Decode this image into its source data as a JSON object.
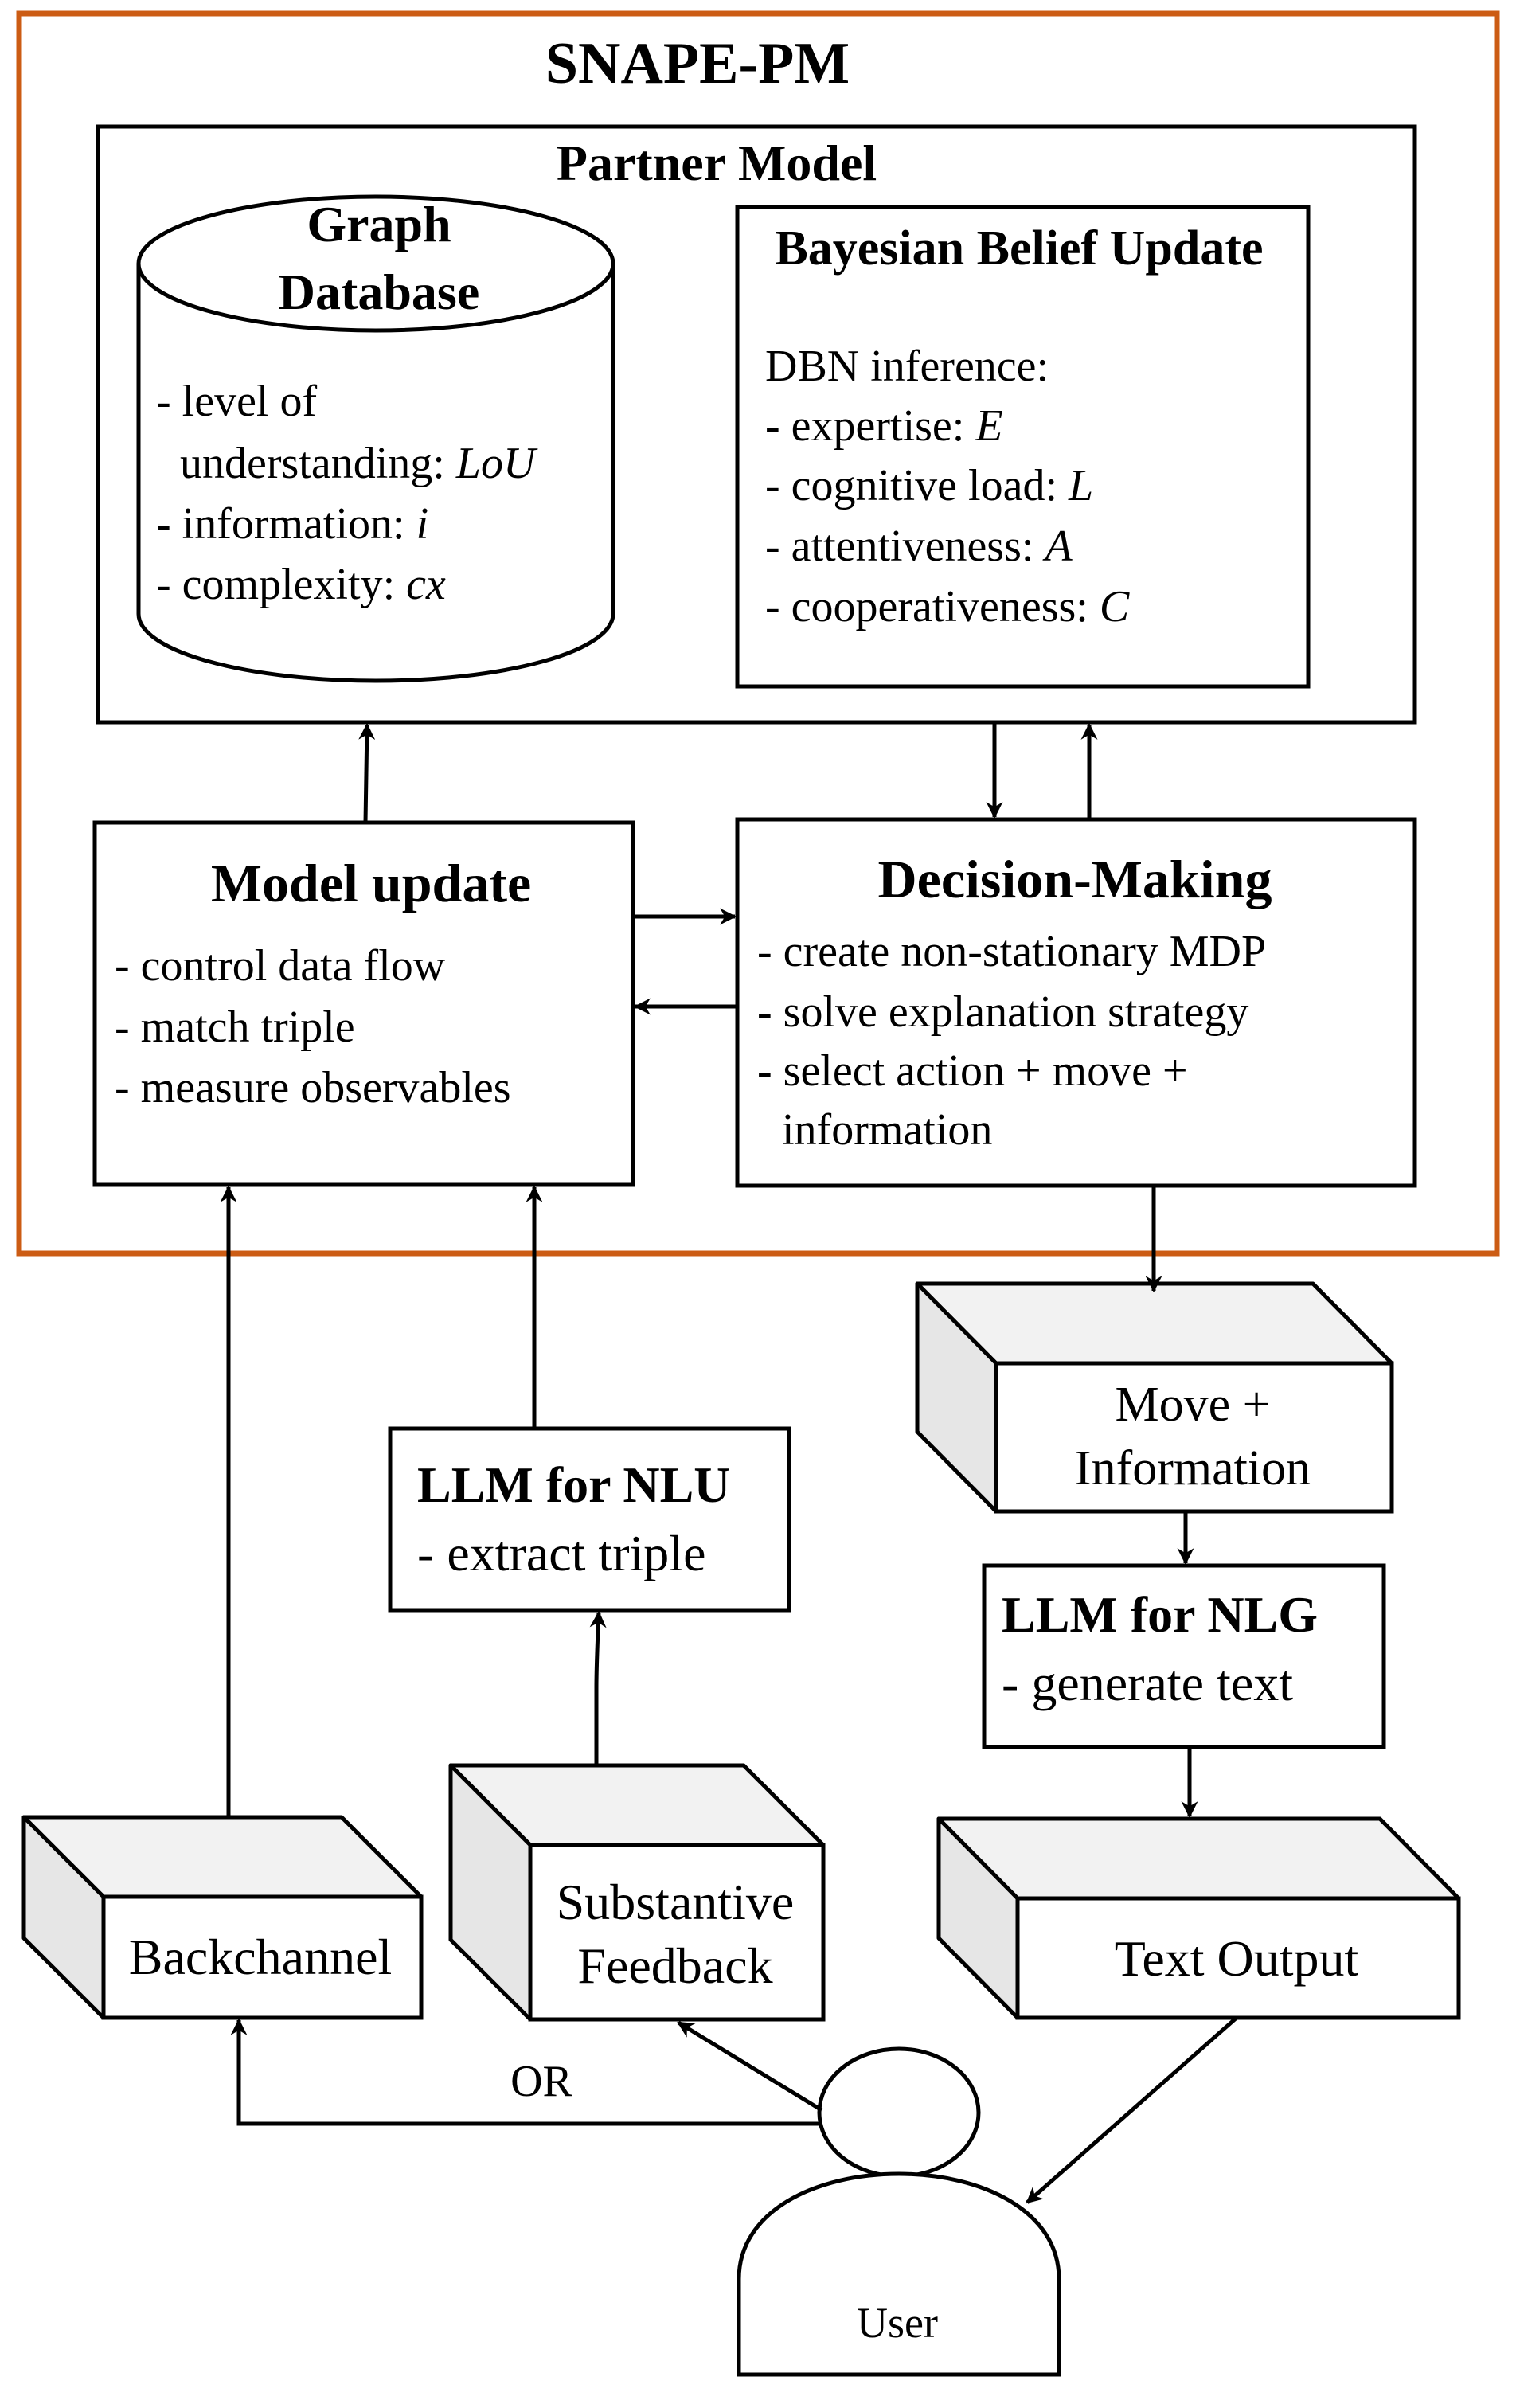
{
  "diagram": {
    "frame_title": "SNAPE-PM",
    "partner_model": {
      "title": "Partner Model",
      "graph_database": {
        "title_line1": "Graph",
        "title_line2": "Database",
        "item1_line1": "- level of",
        "item1_line2_text": "understanding: ",
        "item1_line2_var": "LoU",
        "item2_text": "- information: ",
        "item2_var": "i",
        "item3_text": "- complexity: ",
        "item3_var": "cx"
      },
      "bayesian": {
        "title": "Bayesian Belief Update",
        "intro": "DBN inference:",
        "items": [
          {
            "text": "- expertise: ",
            "var": "E"
          },
          {
            "text": "- cognitive load: ",
            "var": "L"
          },
          {
            "text": "- attentiveness: ",
            "var": "A"
          },
          {
            "text": "- cooperativeness: ",
            "var": "C"
          }
        ]
      }
    },
    "model_update": {
      "title": "Model update",
      "items": [
        "- control data flow",
        "- match triple",
        "- measure observables"
      ]
    },
    "decision_making": {
      "title": "Decision-Making",
      "lines": [
        "- create non-stationary MDP",
        "- solve explanation strategy",
        "- select action + move +",
        "information"
      ]
    },
    "move_information": {
      "line1": "Move +",
      "line2": "Information"
    },
    "llm_nlu": {
      "title": "LLM for NLU",
      "item": "- extract triple"
    },
    "llm_nlg": {
      "title": "LLM for NLG",
      "item": "- generate text"
    },
    "backchannel": {
      "label": "Backchannel"
    },
    "substantive_feedback": {
      "line1": "Substantive",
      "line2": "Feedback"
    },
    "text_output": {
      "label": "Text Output"
    },
    "or_label": "OR",
    "user_label": "User",
    "colors": {
      "frame": "#CC5C14",
      "face": "#F2F2F2",
      "side": "#E6E6E6",
      "stroke": "#000000"
    }
  }
}
